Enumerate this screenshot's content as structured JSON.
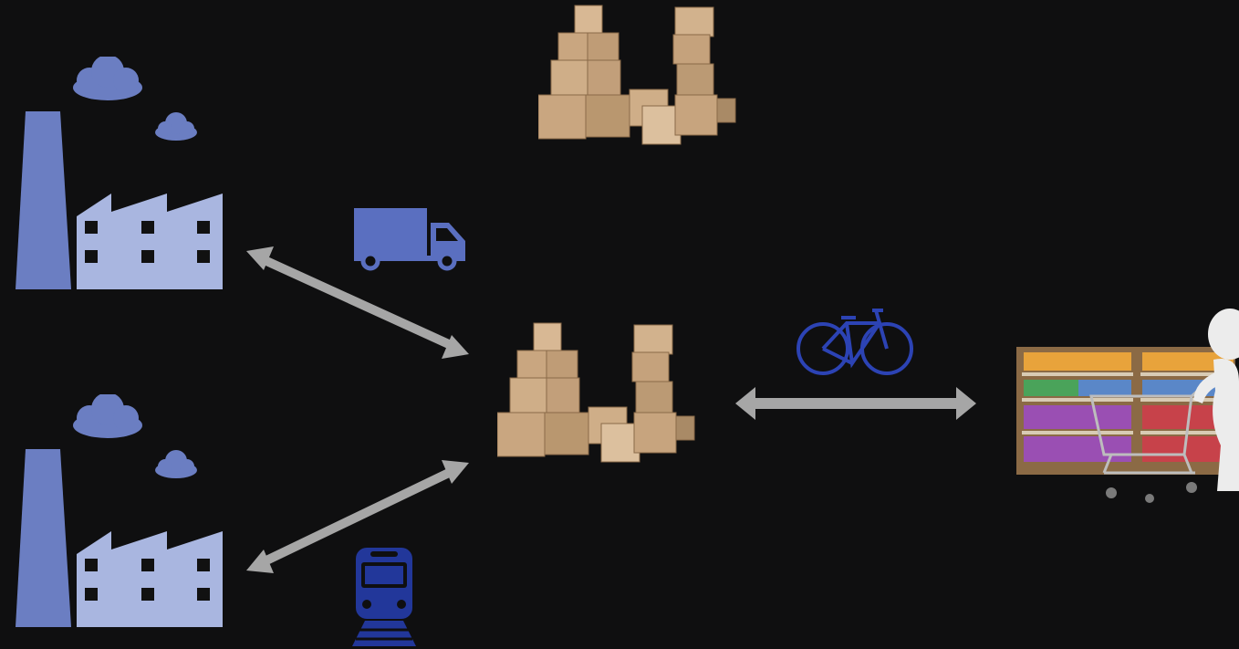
{
  "diagram": {
    "nodes": [
      {
        "id": "factory-top",
        "icon": "factory-icon"
      },
      {
        "id": "factory-bottom",
        "icon": "factory-icon"
      },
      {
        "id": "warehouse-top",
        "icon": "boxes-icon"
      },
      {
        "id": "warehouse-center",
        "icon": "boxes-icon"
      },
      {
        "id": "supermarket",
        "icon": "supermarket-shopper-icon"
      }
    ],
    "edges": [
      {
        "from": "factory-top",
        "to": "warehouse-center",
        "mode": "truck-icon",
        "bidirectional": true
      },
      {
        "from": "factory-bottom",
        "to": "warehouse-center",
        "mode": "train-icon",
        "bidirectional": true
      },
      {
        "from": "warehouse-center",
        "to": "supermarket",
        "mode": "bicycle-icon",
        "bidirectional": true
      }
    ]
  },
  "colors": {
    "background": "#0f0f10",
    "factory_chimney": "#6b7ec2",
    "factory_body": "#a9b6e0",
    "cloud": "#6b7ec2",
    "truck": "#5a6fc0",
    "train": "#22379a",
    "bicycle": "#2c43b4",
    "arrow": "#a6a6a6",
    "box": "#c9a680"
  }
}
